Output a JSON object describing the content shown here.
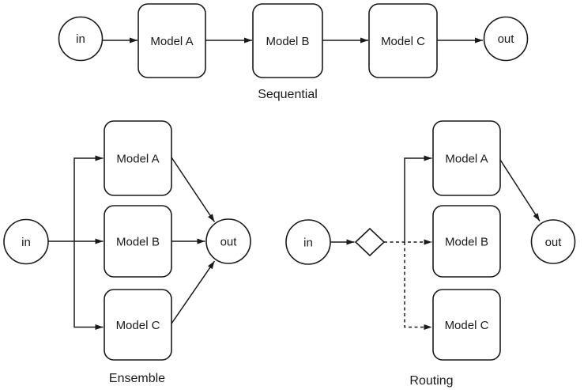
{
  "sections": {
    "sequential": {
      "label": "Sequential",
      "input_label": "in",
      "output_label": "out",
      "models": [
        "Model A",
        "Model B",
        "Model C"
      ],
      "edges": [
        {
          "from": "in",
          "to": "Model A",
          "style": "solid"
        },
        {
          "from": "Model A",
          "to": "Model B",
          "style": "solid"
        },
        {
          "from": "Model B",
          "to": "Model C",
          "style": "solid"
        },
        {
          "from": "Model C",
          "to": "out",
          "style": "solid"
        }
      ]
    },
    "ensemble": {
      "label": "Ensemble",
      "input_label": "in",
      "output_label": "out",
      "models": [
        "Model A",
        "Model B",
        "Model C"
      ],
      "edges": [
        {
          "from": "in",
          "to": "Model A",
          "style": "solid"
        },
        {
          "from": "in",
          "to": "Model B",
          "style": "solid"
        },
        {
          "from": "in",
          "to": "Model C",
          "style": "solid"
        },
        {
          "from": "Model A",
          "to": "out",
          "style": "solid"
        },
        {
          "from": "Model B",
          "to": "out",
          "style": "solid"
        },
        {
          "from": "Model C",
          "to": "out",
          "style": "solid"
        }
      ]
    },
    "routing": {
      "label": "Routing",
      "input_label": "in",
      "output_label": "out",
      "router_shape": "diamond",
      "models": [
        "Model A",
        "Model B",
        "Model C"
      ],
      "edges": [
        {
          "from": "in",
          "to": "router",
          "style": "solid"
        },
        {
          "from": "router",
          "to": "Model A",
          "style": "solid"
        },
        {
          "from": "router",
          "to": "Model B",
          "style": "dashed"
        },
        {
          "from": "router",
          "to": "Model C",
          "style": "dashed"
        },
        {
          "from": "Model A",
          "to": "out",
          "style": "solid"
        }
      ]
    }
  },
  "colors": {
    "stroke": "#1a1a1a",
    "background": "#ffffff"
  }
}
